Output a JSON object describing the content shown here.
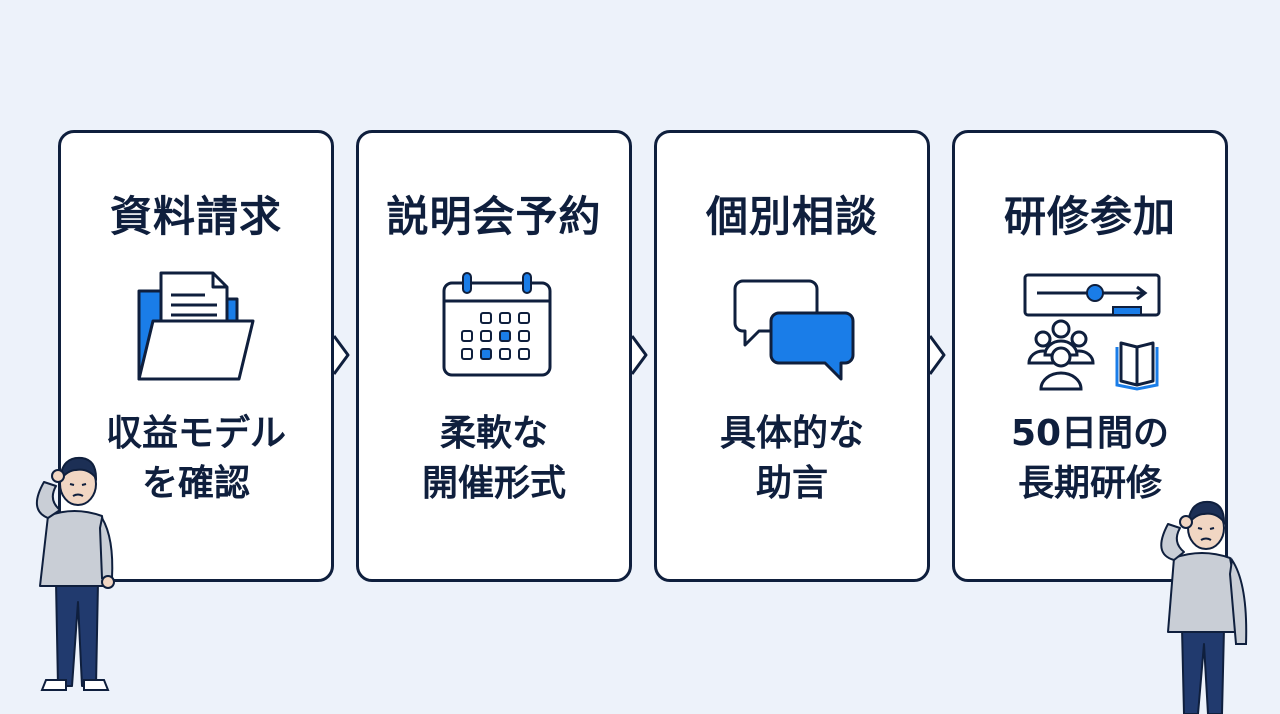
{
  "steps": [
    {
      "title": "資料請求",
      "desc_line1": "収益モデル",
      "desc_line2": "を確認",
      "icon": "folder-document-icon"
    },
    {
      "title": "説明会予約",
      "desc_line1": "柔軟な",
      "desc_line2": "開催形式",
      "icon": "calendar-icon"
    },
    {
      "title": "個別相談",
      "desc_line1": "具体的な",
      "desc_line2": "助言",
      "icon": "chat-bubbles-icon"
    },
    {
      "title": "研修参加",
      "desc_line1": "50日間の",
      "desc_line2": "長期研修",
      "icon": "training-presentation-icon"
    }
  ],
  "colors": {
    "background": "#edf2fa",
    "navy": "#0f1f3d",
    "accent_blue": "#1a7de8",
    "card": "#ffffff"
  }
}
